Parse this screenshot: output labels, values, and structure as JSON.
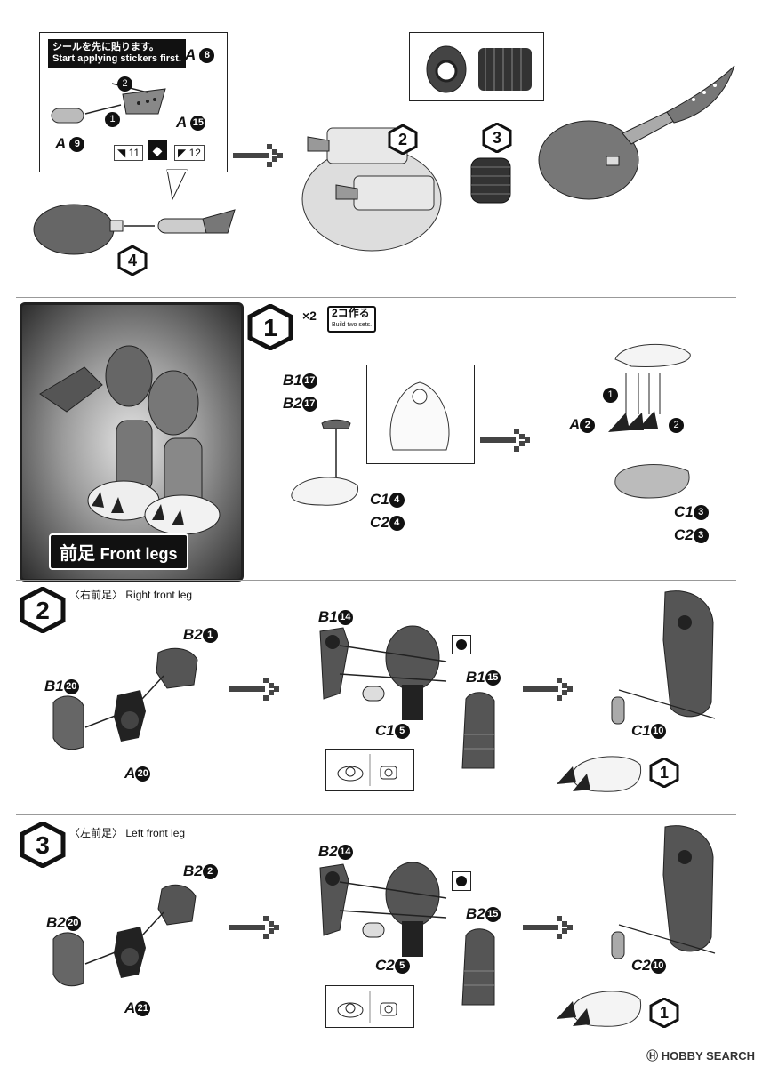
{
  "sticker_note": {
    "ja": "シールを先に貼ります。",
    "en": "Start applying stickers first."
  },
  "top_section": {
    "callout_parts": [
      {
        "letter": "A",
        "num": "8"
      },
      {
        "letter": "A",
        "num": "15"
      },
      {
        "letter": "A",
        "num": "9"
      }
    ],
    "sticker_nums": [
      "11",
      "12"
    ],
    "arrow_steps": [
      "1",
      "2"
    ],
    "steps": [
      "2",
      "3",
      "4"
    ]
  },
  "section1": {
    "step": "1",
    "photo_label": {
      "ja": "前足",
      "en": "Front legs"
    },
    "multiplier": "×2",
    "make_ja": "2コ作る",
    "make_en": "Build two sets.",
    "parts": {
      "b1": {
        "letter": "B1",
        "num": "17"
      },
      "b2": {
        "letter": "B2",
        "num": "17"
      },
      "c1": {
        "letter": "C1",
        "num": "4"
      },
      "c2": {
        "letter": "C2",
        "num": "4"
      },
      "a": {
        "letter": "A",
        "num": "2"
      },
      "c1b": {
        "letter": "C1",
        "num": "3"
      },
      "c2b": {
        "letter": "C2",
        "num": "3"
      }
    },
    "arrow_steps": [
      "1",
      "2"
    ]
  },
  "section2": {
    "step": "2",
    "title_ja": "〈右前足〉",
    "title_en": "Right front leg",
    "parts": {
      "b2": {
        "letter": "B2",
        "num": "1"
      },
      "b1a": {
        "letter": "B1",
        "num": "20"
      },
      "a": {
        "letter": "A",
        "num": "20"
      },
      "b1b": {
        "letter": "B1",
        "num": "14"
      },
      "b1c": {
        "letter": "B1",
        "num": "15"
      },
      "c1": {
        "letter": "C1",
        "num": "5"
      },
      "c1b": {
        "letter": "C1",
        "num": "10"
      }
    },
    "ref": "1"
  },
  "section3": {
    "step": "3",
    "title_ja": "〈左前足〉",
    "title_en": "Left front leg",
    "parts": {
      "b2a": {
        "letter": "B2",
        "num": "2"
      },
      "b2b": {
        "letter": "B2",
        "num": "20"
      },
      "a": {
        "letter": "A",
        "num": "21"
      },
      "b2c": {
        "letter": "B2",
        "num": "14"
      },
      "b2d": {
        "letter": "B2",
        "num": "15"
      },
      "c2": {
        "letter": "C2",
        "num": "5"
      },
      "c2b": {
        "letter": "C2",
        "num": "10"
      }
    },
    "ref": "1"
  },
  "watermark": "HOBBY SEARCH"
}
